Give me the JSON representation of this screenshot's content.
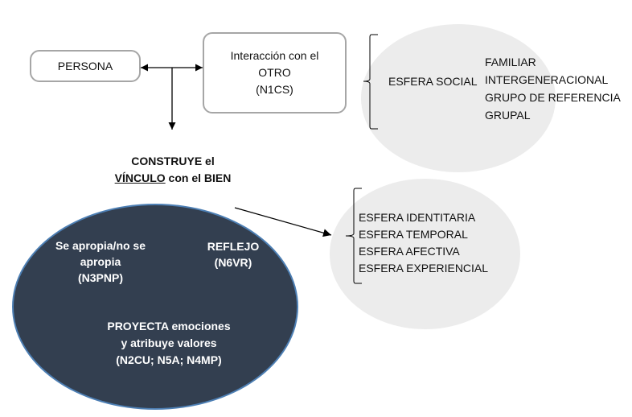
{
  "nodes": {
    "persona": {
      "label": "PERSONA"
    },
    "interaccion": {
      "lines": [
        "Interacción con el",
        "OTRO",
        "(N1CS)"
      ]
    },
    "construye": {
      "line1": "CONSTRUYE el",
      "line2_underlined": "VÍNCULO",
      "line2_rest": " con el BIEN"
    }
  },
  "esfera_social": {
    "title": "ESFERA SOCIAL",
    "items": [
      "FAMILIAR",
      "INTERGENERACIONAL",
      "GRUPO DE REFERENCIA",
      "GRUPAL"
    ]
  },
  "esferas_vinculo": {
    "items": [
      "ESFERA IDENTITARIA",
      "ESFERA TEMPORAL",
      "ESFERA AFECTIVA",
      "ESFERA EXPERIENCIAL"
    ]
  },
  "vinculo_ellipse": {
    "apropia": [
      "Se apropia/no se",
      "apropia",
      "(N3PNP)"
    ],
    "reflejo": [
      "REFLEJO",
      "(N6VR)"
    ],
    "proyecta": [
      "PROYECTA emociones",
      "y atribuye valores",
      "(N2CU; N5A; N4MP)"
    ]
  },
  "colors": {
    "dark_fill": "#333f50",
    "dark_border": "#4d7fb4",
    "gray_fill": "#ececec",
    "box_border": "#a6a6a6"
  }
}
